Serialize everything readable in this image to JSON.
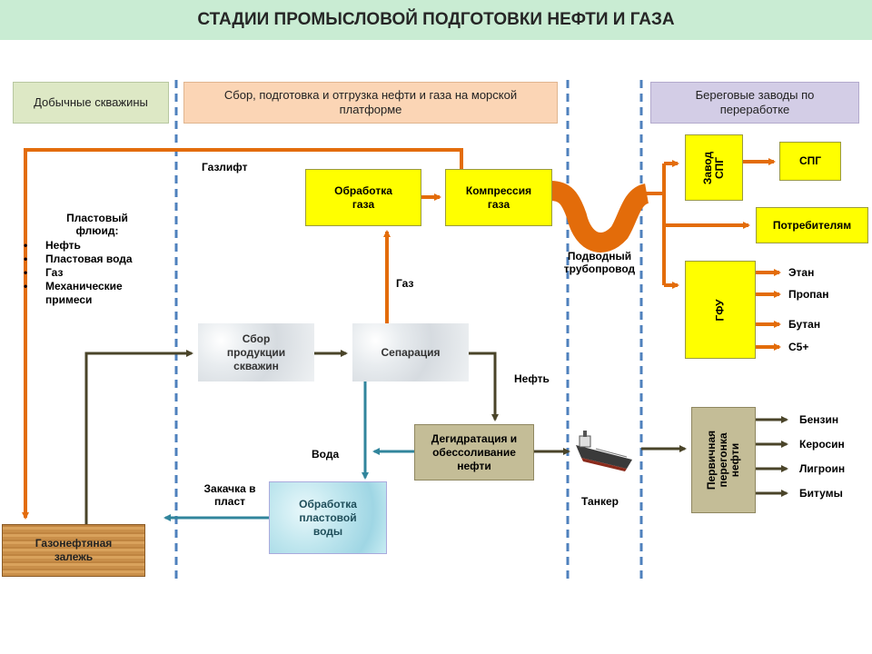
{
  "title": "СТАДИИ ПРОМЫСЛОВОЙ ПОДГОТОВКИ НЕФТИ И ГАЗА",
  "headers": {
    "wells": "Добычные скважины",
    "platform": "Сбор, подготовка и отгрузка нефти и газа на морской платформе",
    "shore": "Береговые заводы по переработке"
  },
  "boxes": {
    "gas_treatment": "Обработка газа",
    "gas_compression": "Компрессия газа",
    "collection": "Сбор продукции скважин",
    "separation": "Сепарация",
    "dehydration": "Дегидратация и обессоливание нефти",
    "water_treatment": "Обработка пластовой воды",
    "reservoir": "Газонефтяная залежь",
    "spg_plant": "Завод СПГ",
    "spg": "СПГ",
    "consumers": "Потребителям",
    "gfu": "ГФУ",
    "distillation": "Первичная перегонка нефти"
  },
  "labels": {
    "gaslift": "Газлифт",
    "gas": "Газ",
    "oil": "Нефть",
    "water": "Вода",
    "injection": "Закачка в пласт",
    "pipeline": "Подводный трубопровод",
    "tanker": "Танкер"
  },
  "fluid": {
    "heading": "Пластовый флюид:",
    "items": [
      "Нефть",
      "Пластовая вода",
      "Газ",
      "Механические примеси"
    ]
  },
  "gfu_products": [
    "Этан",
    "Пропан",
    "Бутан",
    "С5+"
  ],
  "oil_products": [
    "Бензин",
    "Керосин",
    "Лигроин",
    "Битумы"
  ],
  "colors": {
    "gas_arrow": "#e36c0a",
    "oil_arrow": "#4a4429",
    "water_arrow": "#31859c",
    "divider": "#4f81bd",
    "yellow_box": "#ffff00",
    "header_wells": "#dde8c5",
    "header_platform": "#fbd5b5",
    "header_shore": "#d3cde6",
    "dehydration_box": "#c4bd97",
    "title_bg": "#c9ecd3"
  }
}
